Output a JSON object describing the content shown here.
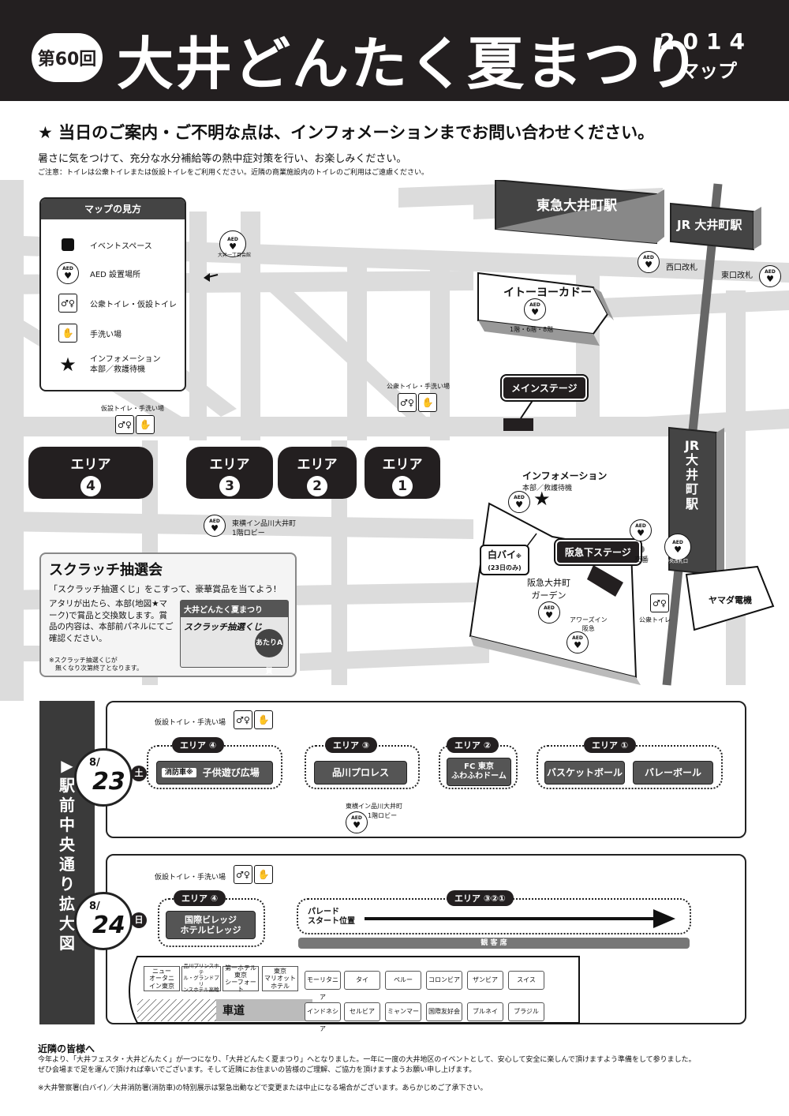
{
  "header": {
    "edition": "第60回",
    "title": "大井どんたく夏まつり",
    "year": "2014",
    "map_word": "マップ"
  },
  "notice": {
    "main": "★ 当日のご案内・ご不明な点は、インフォメーションまでお問い合わせください。",
    "sub": "暑さに気をつけて、充分な水分補給等の熱中症対策を行い、お楽しみください。",
    "small": "ご注意：トイレは公衆トイレまたは仮設トイレをご利用ください。近隣の商業施設内のトイレのご利用はご遠慮ください。"
  },
  "legend": {
    "title": "マップの見方",
    "items": [
      {
        "icon": "event-space-icon",
        "label": "イベントスペース"
      },
      {
        "icon": "aed-icon",
        "label": "AED 設置場所"
      },
      {
        "icon": "toilet-icon",
        "label": "公衆トイレ・仮設トイレ"
      },
      {
        "icon": "handwash-icon",
        "label": "手洗い場"
      },
      {
        "icon": "star-icon",
        "label_1": "インフォメーション",
        "label_2": "本部／救護待機"
      }
    ]
  },
  "map": {
    "station_tokyu": "東急大井町駅",
    "station_jr_short": "JR 大井町駅",
    "station_jr_v": "JR大井町駅",
    "west_gate": "西口改札",
    "east_gate": "東口改札",
    "ito_yokado": "イトーヨーカドー",
    "ito_floors": "1階・6階・8階",
    "main_stage": "メインステージ",
    "public_toilet_wash": "公衆トイレ・手洗い場",
    "temp_toilet_wash": "仮設トイレ・手洗い場",
    "info": "インフォメーション",
    "info_sub": "本部／救護待機",
    "aed_oi1": "大井一丁目会館",
    "toyoko": "東横イン品川大井町",
    "toyoko_floor": "1階ロビー",
    "shirobai": "白バイ",
    "shirobai_mark": "※",
    "shirobai_sub": "(23日のみ)",
    "hankyu_stage": "阪急下ステージ",
    "hankyu_garden_1": "阪急大井町",
    "hankyu_garden_2": "ガーデン",
    "hankyu_inn_1": "アワーズイン",
    "hankyu_inn_2": "阪急",
    "koban": "交番",
    "central_gate": "中央改札口",
    "public_toilet": "公衆トイレ",
    "yamada": "ヤマダ電機",
    "aed": "AED",
    "areas": [
      {
        "label": "エリア",
        "num": "4"
      },
      {
        "label": "エリア",
        "num": "3"
      },
      {
        "label": "エリア",
        "num": "2"
      },
      {
        "label": "エリア",
        "num": "1"
      }
    ]
  },
  "scratch": {
    "title": "スクラッチ抽選会",
    "lead": "「スクラッチ抽選くじ」をこすって、豪華賞品を当てよう!",
    "body": "アタリが出たら、本部(地図★マーク)で賞品と交換致します。賞品の内容は、本部前パネルにてご確認ください。",
    "note_1": "※スクラッチ抽選くじが",
    "note_2": "無くなり次第終了となります。",
    "ticket_title": "大井どんたく夏まつり",
    "ticket_sub": "スクラッチ抽選くじ",
    "ticket_prize": "あたりA賞"
  },
  "expanded": {
    "title": "▶駅前中央通り拡大図",
    "day1": {
      "month": "8/",
      "day": "23",
      "dow": "土",
      "toilet": "仮設トイレ・手洗い場",
      "area4_tag": "エリア ④",
      "area3_tag": "エリア ③",
      "area2_tag": "エリア ②",
      "area1_tag": "エリア ①",
      "fire_truck": "消防車※",
      "kids": "子供遊び広場",
      "wrestling": "品川プロレス",
      "fc_tokyo_1": "FC 東京",
      "fc_tokyo_2": "ふわふわドーム",
      "basketball": "バスケットボール",
      "volleyball": "バレーボール",
      "toyoko": "東横イン品川大井町",
      "toyoko_floor": "1階ロビー"
    },
    "day2": {
      "month": "8/",
      "day": "24",
      "dow": "日",
      "toilet": "仮設トイレ・手洗い場",
      "area4_tag": "エリア ④",
      "area321_tag": "エリア ③②①",
      "village_1": "国際ビレッジ",
      "village_2": "ホテルビレッジ",
      "parade_1": "パレード",
      "parade_2": "スタート位置",
      "seats": "観 客 席",
      "road": "車道",
      "hotels": [
        [
          "ニュー",
          "オータニ",
          "イン東京"
        ],
        [
          "品川プリンスホテ",
          "ル・グランドプリ",
          "ンスホテル高輪"
        ],
        [
          "第一ホテル",
          "東京",
          "シーフォート"
        ],
        [
          "東京",
          "マリオット",
          "ホテル"
        ]
      ],
      "countries_top": [
        "モーリタニア",
        "タイ",
        "ペルー",
        "コロンビア",
        "ザンビア",
        "スイス"
      ],
      "countries_bottom": [
        "インドネシア",
        "セルビア",
        "ミャンマー",
        "国際友好会",
        "ブルネイ",
        "ブラジル"
      ]
    }
  },
  "footer": {
    "title": "近隣の皆様へ",
    "body_1": "今年より、「大井フェスタ・大井どんたく」が一つになり、「大井どんたく夏まつり」へとなりました。一年に一度の大井地区のイベントとして、安心して安全に楽しんで頂けますよう準備をして参りました。",
    "body_2": "ぜひ会場まで足を運んで頂ければ幸いでございます。そして近隣にお住まいの皆様のご理解、ご協力を頂けますようお願い申し上げます。",
    "note": "※大井警察署(白バイ)／大井消防署(消防車)の特別展示は緊急出動などで変更または中止になる場合がございます。あらかじめご了承下さい。"
  },
  "colors": {
    "header_bg": "#231f20",
    "road_gray": "#dcdcdc",
    "dark_block": "#555555"
  }
}
